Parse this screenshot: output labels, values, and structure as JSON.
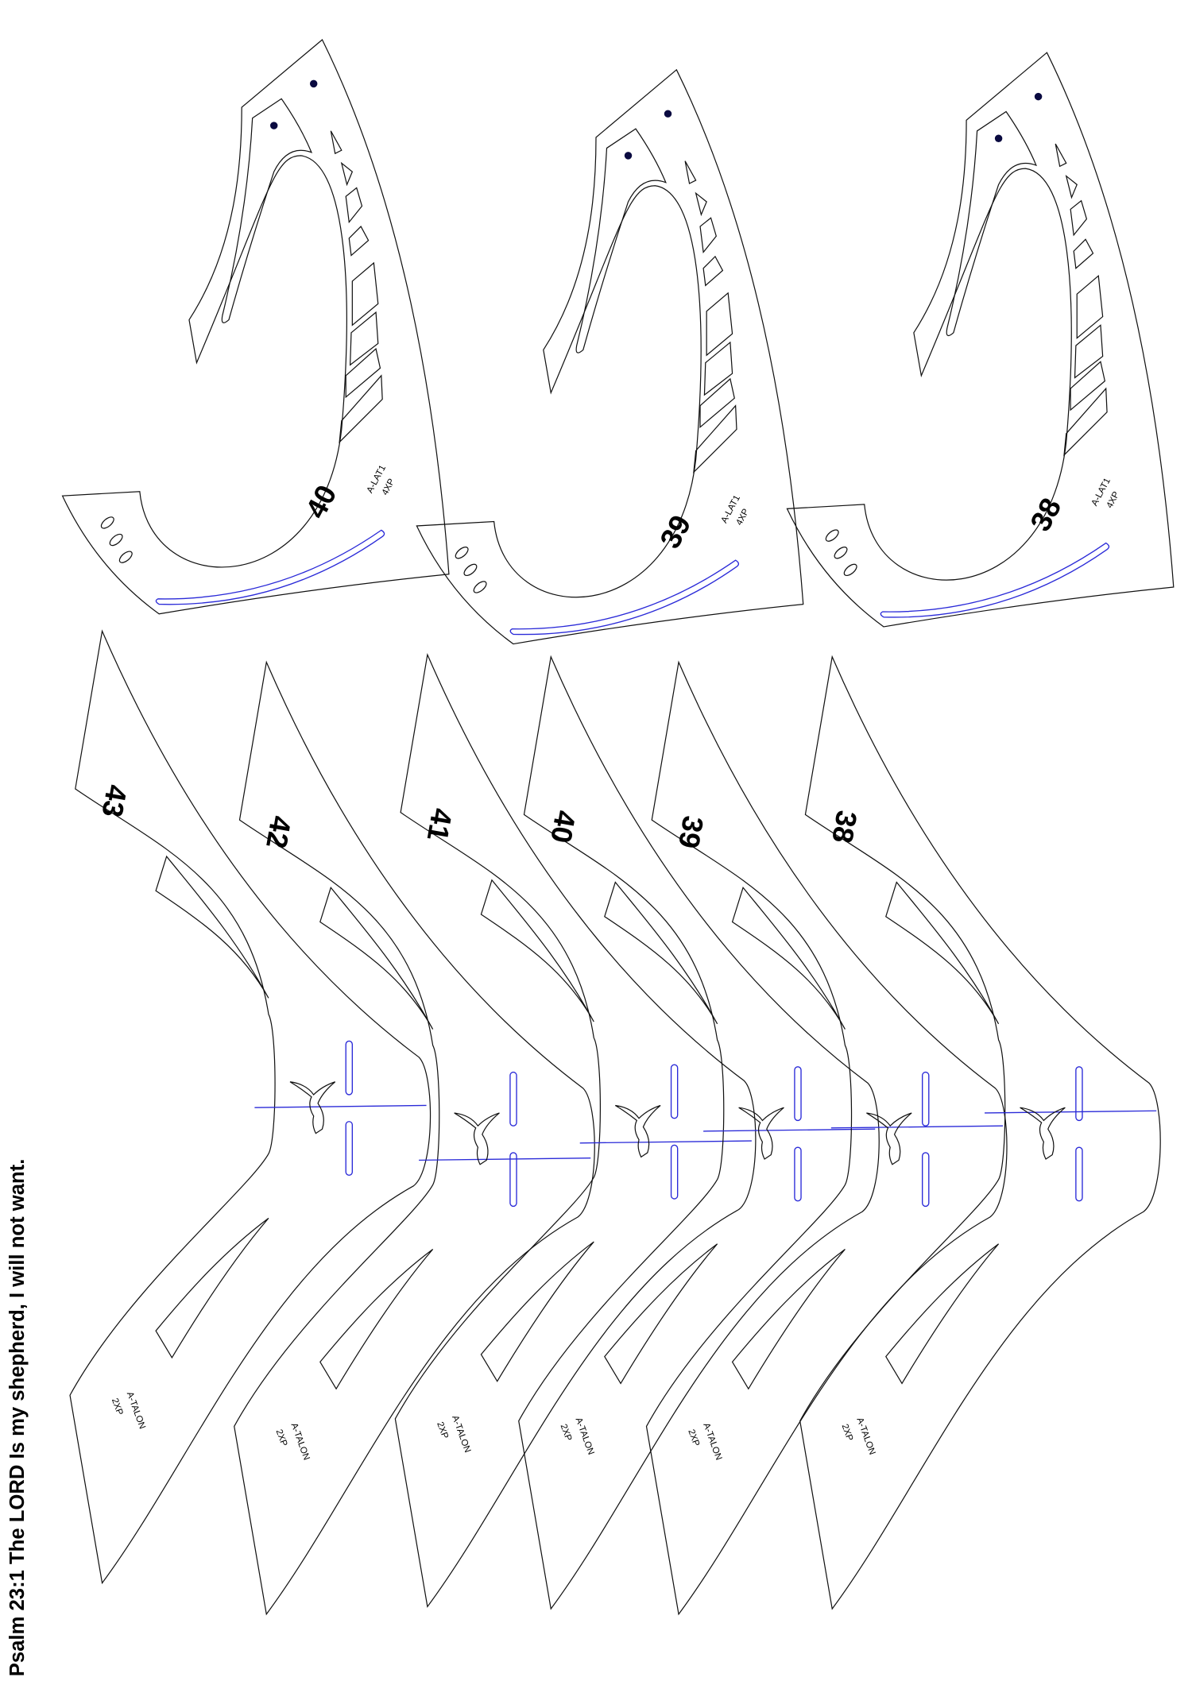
{
  "caption": "Psalm 23:1 The LORD Is my shepherd, I will not want.",
  "colors": {
    "outline": "#111111",
    "guide": "#2a2ad8",
    "hole": "#0a0a40"
  },
  "lateral_pieces": [
    {
      "number": "40",
      "code": "A-LAT1",
      "qty": "4XP"
    },
    {
      "number": "39",
      "code": "A-LAT1",
      "qty": "4XP"
    },
    {
      "number": "38",
      "code": "A-LAT1",
      "qty": "4XP"
    }
  ],
  "talon_pieces": [
    {
      "number": "43",
      "code": "A-TALON",
      "qty": "2XP"
    },
    {
      "number": "42",
      "code": "A-TALON",
      "qty": "2XP"
    },
    {
      "number": "41",
      "code": "A-TALON",
      "qty": "2XP"
    },
    {
      "number": "40",
      "code": "A-TALON",
      "qty": "2XP"
    },
    {
      "number": "39",
      "code": "A-TALON",
      "qty": "2XP"
    },
    {
      "number": "38",
      "code": "A-TALON",
      "qty": "2XP"
    }
  ]
}
